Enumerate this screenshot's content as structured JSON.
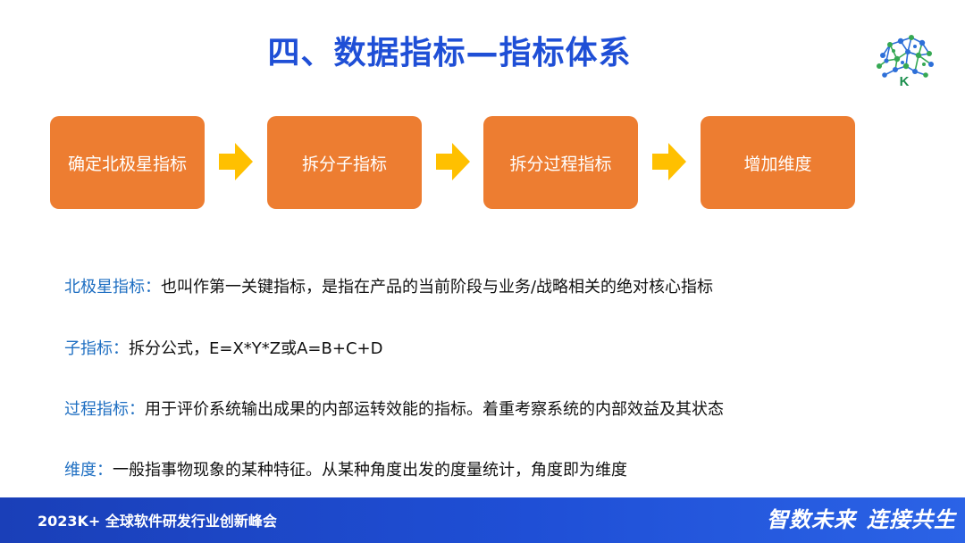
{
  "title": "四、数据指标—指标体系",
  "logo": {
    "letter": "K"
  },
  "flow": {
    "steps": [
      {
        "label": "确定北极星指标"
      },
      {
        "label": "拆分子指标"
      },
      {
        "label": "拆分过程指标"
      },
      {
        "label": "增加维度"
      }
    ],
    "box_color": "#ed7d31",
    "arrow_color": "#ffc000"
  },
  "definitions": [
    {
      "term": "北极星指标：",
      "text": "也叫作第一关键指标，是指在产品的当前阶段与业务/战略相关的绝对核心指标"
    },
    {
      "term": "子指标：",
      "text": "拆分公式，E=X*Y*Z或A=B+C+D"
    },
    {
      "term": "过程指标：",
      "text": "用于评价系统输出成果的内部运转效能的指标。着重考察系统的内部效益及其状态"
    },
    {
      "term": "维度：",
      "text": "一般指事物现象的某种特征。从某种角度出发的度量统计，角度即为维度"
    }
  ],
  "footer": {
    "left": "2023K+ 全球软件研发行业创新峰会",
    "right_a": "智数未来",
    "right_b": "连接共生"
  },
  "colors": {
    "title": "#1f4fd6",
    "term": "#1f6fc2",
    "footer_bar": "#1f4fd6"
  }
}
